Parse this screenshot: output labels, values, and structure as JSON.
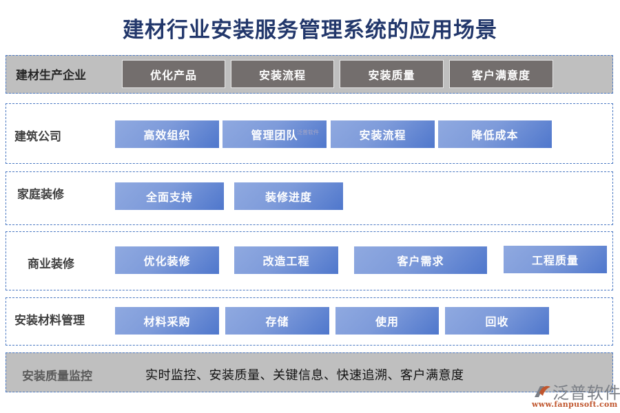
{
  "title": "建材行业安装服务管理系统的应用场景",
  "sections": [
    {
      "label": "建材生产企业",
      "style": "gray",
      "items": [
        "优化产品",
        "安装流程",
        "安装质量",
        "客户满意度"
      ]
    },
    {
      "label": "建筑公司",
      "style": "white",
      "items": [
        "高效组织",
        "管理团队",
        "安装流程",
        "降低成本"
      ]
    },
    {
      "label": "家庭装修",
      "style": "white",
      "items": [
        "全面支持",
        "装修进度"
      ]
    },
    {
      "label": "商业装修",
      "style": "white",
      "items": [
        "优化装修",
        "改造工程",
        "客户需求",
        "工程质量"
      ]
    },
    {
      "label": "安装材料管理",
      "style": "white",
      "items": [
        "材料采购",
        "存储",
        "使用",
        "回收"
      ]
    },
    {
      "label": "安装质量监控",
      "style": "gray",
      "text": "实时监控、安装质量、关键信息、快速追溯、客户满意度"
    }
  ],
  "watermark_mini": "泛普软件",
  "logo": {
    "name": "泛普软件",
    "url": "www.fanpusoft.com",
    "icon": "fanpu-logo-icon"
  },
  "colors": {
    "title": "#22376b",
    "border_dashed": "#4a78c2",
    "gray_band": "#bfbfbf",
    "dark_button": "#736e6d",
    "blue_button_light": "#8fa9e0",
    "blue_button_dark": "#4f77cc",
    "logo_url": "#c0562e"
  }
}
